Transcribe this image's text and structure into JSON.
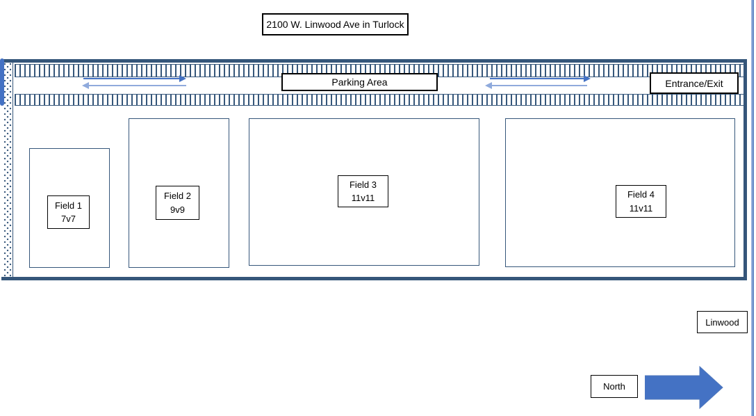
{
  "title": "2100 W. Linwood Ave in Turlock",
  "parking": {
    "label": "Parking Area"
  },
  "entrance": {
    "label": "Entrance/Exit"
  },
  "fields": [
    {
      "name": "Field 1",
      "size": "7v7"
    },
    {
      "name": "Field 2",
      "size": "9v9"
    },
    {
      "name": "Field 3",
      "size": "11v11"
    },
    {
      "name": "Field 4",
      "size": "11v11"
    }
  ],
  "street": {
    "label": "Linwood"
  },
  "compass": {
    "label": "North"
  },
  "icons": {
    "north_arrow": "right-arrow-shape",
    "lane_arrows": [
      "right-arrow-line",
      "left-arrow-line",
      "right-arrow-line",
      "left-arrow-line"
    ]
  },
  "colors": {
    "structure_line": "#35567a",
    "arrow_dark": "#4472c4",
    "arrow_light": "#8faadc",
    "road_line_light": "#a9bfe6",
    "road_line_dark": "#5078bd",
    "box_border": "#000000"
  }
}
